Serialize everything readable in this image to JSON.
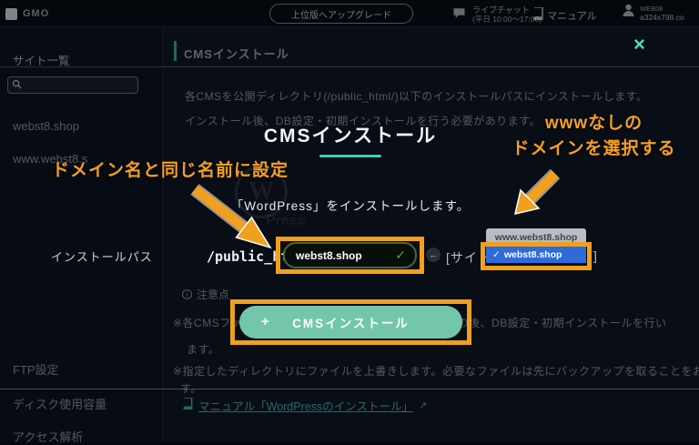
{
  "topbar": {
    "logo_text": "GMO",
    "upgrade_label": "上位版へアップグレード",
    "chat_label": "ライブチャット",
    "chat_hours": "(平日 10:00〜17:00)",
    "manual_label": "マニュアル",
    "account_id": "WEB08",
    "account_domain": "a324x798.co"
  },
  "sidebar": {
    "title": "サイト一覧",
    "items": [
      {
        "label": "webst8.shop"
      },
      {
        "label": "www.webst8.s"
      }
    ],
    "footer_items": [
      {
        "label": "FTP設定"
      },
      {
        "label": "ディスク使用容量"
      },
      {
        "label": "アクセス解析"
      }
    ]
  },
  "panel": {
    "header_title": "CMSインストール",
    "close_icon": "×",
    "description": [
      "各CMSを公開ディレクトリ(/public_html/)以下のインストールパスにインストールします。",
      "インストール後、DB設定・初期インストールを行う必要があります。"
    ],
    "notes_title": "注意点",
    "notes_icon": "i",
    "notes": [
      "※各CMSファイルの設置のみを行います。ご利用にはその後、DB設定・初期インストールを行い",
      "ます。",
      "※指定したディレクトリにファイルを上書きします。必要なファイルは先にバックアップを取ることをお勧めしま",
      "す。"
    ],
    "manual_link": "マニュアル「WordPressのインストール」",
    "external_icon": "↗"
  },
  "modal": {
    "title": "CMSインストール",
    "subtitle": "「WordPress」をインストールします。",
    "wp_ghost_letter": "W",
    "wp_ghost_text": "Press",
    "path_label": "インストールパス",
    "path_prefix": "/public_html",
    "path_value": "webst8.shop",
    "valid_icon": "✓",
    "reset_icon": "←",
    "bracket_open": "[サイト",
    "bracket_close": "]",
    "dropdown_options": [
      {
        "label": "www.webst8.shop",
        "selected": false,
        "check": ""
      },
      {
        "label": "webst8.shop",
        "selected": true,
        "check": "✓"
      }
    ],
    "install_button_label": "CMSインストール",
    "install_button_icon": "+"
  },
  "annotations": {
    "left_note": "ドメイン名と同じ名前に設定",
    "right_note_line1": "wwwなしの",
    "right_note_line2": "ドメインを選択する"
  },
  "colors": {
    "annotation_orange": "#f09f1e",
    "accent_teal": "#3fd0b4",
    "button_teal": "#74c6ab",
    "selected_blue": "#2d6bda",
    "valid_green": "#3fb04c"
  }
}
